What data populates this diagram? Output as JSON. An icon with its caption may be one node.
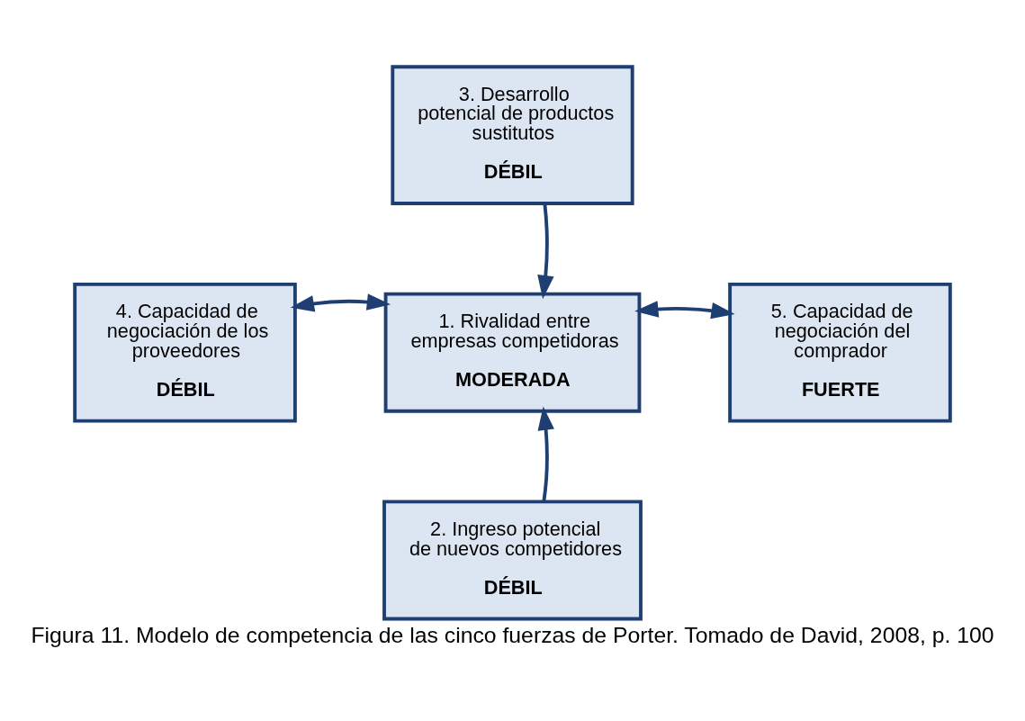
{
  "diagram": {
    "caption": "Figura 11. Modelo de competencia de las cinco fuerzas de Porter. Tomado de David, 2008, p. 100",
    "nodes": [
      {
        "text": [
          "3. Desarrollo potencial de productos sustitutos",
          "DÉBIL"
        ]
      },
      {
        "text": [
          "4. Capacidad de negociación de los proveedores",
          "DÉBIL"
        ]
      },
      {
        "text": [
          "1. Rivalidad entre empresas competidoras",
          "MODERADA"
        ]
      },
      {
        "text": [
          "5. Capacidad de negociación del comprador",
          "FUERTE"
        ]
      },
      {
        "text": [
          "2. Ingreso potencial de nuevos competidores",
          "DÉBIL"
        ]
      }
    ],
    "edges": [
      {
        "from": 0,
        "to": 2,
        "arrow": "to"
      },
      {
        "from": 1,
        "to": 2,
        "arrow": "both"
      },
      {
        "from": 3,
        "to": 2,
        "arrow": "both"
      },
      {
        "from": 4,
        "to": 2,
        "arrow": "to"
      }
    ]
  }
}
